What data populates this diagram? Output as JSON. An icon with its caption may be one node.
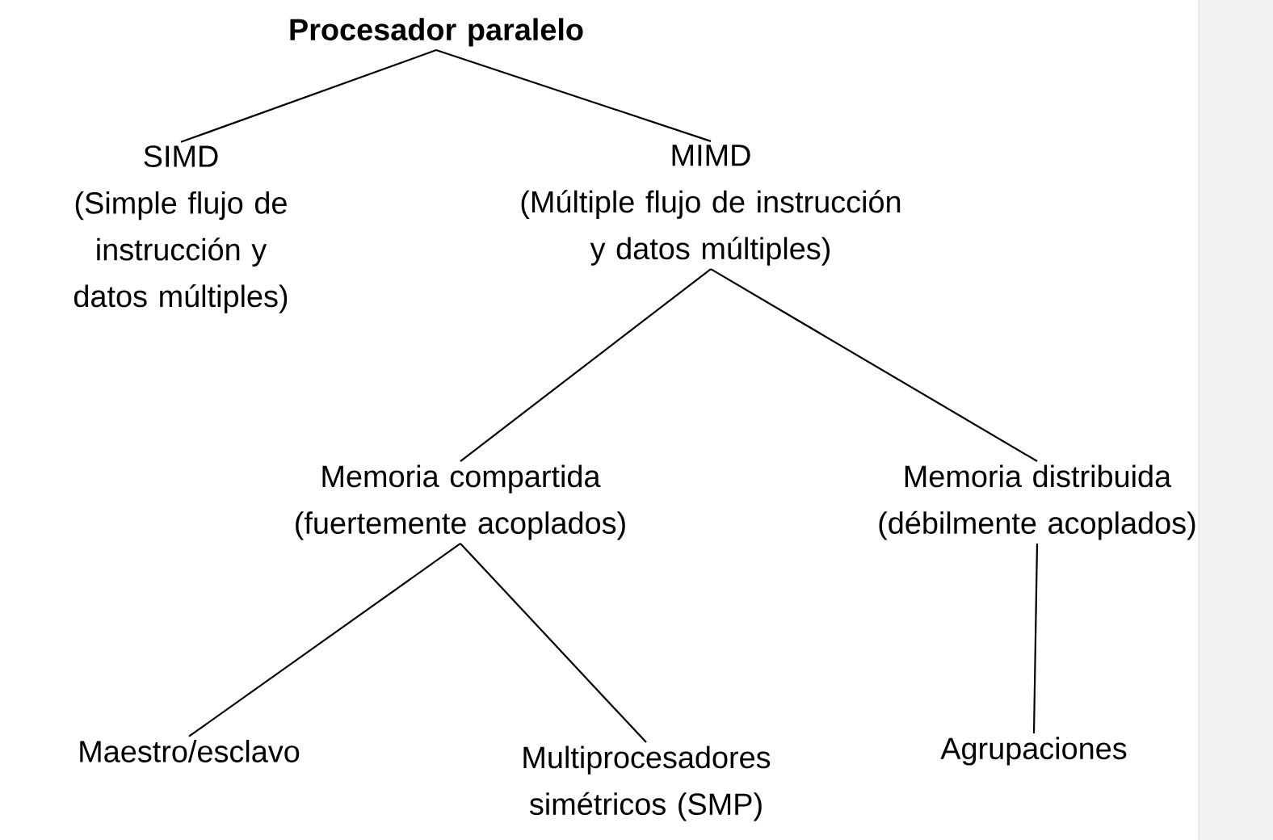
{
  "diagram": {
    "nodes": [
      {
        "text": [
          "Procesador paralelo"
        ]
      },
      {
        "text": [
          "SIMD",
          "(Simple flujo de instrucción y datos múltiples)"
        ]
      },
      {
        "text": [
          "MIMD",
          "(Múltiple flujo de instrucción y datos múltiples)"
        ]
      },
      {
        "text": [
          "Memoria compartida (fuertemente acoplados)"
        ]
      },
      {
        "text": [
          "Memoria distribuida (débilmente acoplados)"
        ]
      },
      {
        "text": [
          "Maestro/esclavo"
        ]
      },
      {
        "text": [
          "Multiprocesadores simétricos (SMP)"
        ]
      },
      {
        "text": [
          "Agrupaciones"
        ]
      }
    ],
    "edges": [
      {
        "from": 0,
        "to": 1,
        "arrow": "none"
      },
      {
        "from": 0,
        "to": 2,
        "arrow": "none"
      },
      {
        "from": 2,
        "to": 3,
        "arrow": "none"
      },
      {
        "from": 2,
        "to": 4,
        "arrow": "none"
      },
      {
        "from": 3,
        "to": 5,
        "arrow": "none"
      },
      {
        "from": 3,
        "to": 6,
        "arrow": "none"
      },
      {
        "from": 4,
        "to": 7,
        "arrow": "none"
      }
    ]
  }
}
